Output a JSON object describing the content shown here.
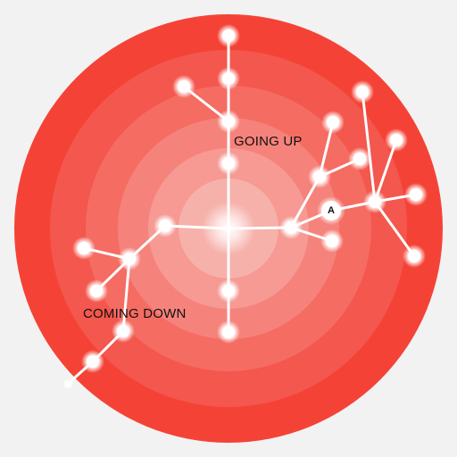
{
  "labels": {
    "going_up": "GOING UP",
    "coming_down": "COMING DOWN",
    "node_a": "A"
  },
  "colors": {
    "background": "#f2f2f2",
    "ring_outer": "#f44336",
    "ring_2": "#f4574d",
    "ring_3": "#f56c63",
    "ring_4": "#f5837b",
    "ring_5": "#f69a93",
    "ring_inner": "#f7b1ab",
    "edge": "#ffffff",
    "node": "#ffffff",
    "node_a_fill": "#ffffff"
  },
  "nodes": [
    {
      "id": "center"
    },
    {
      "id": "up1"
    },
    {
      "id": "up2"
    },
    {
      "id": "up3"
    },
    {
      "id": "up4"
    },
    {
      "id": "up-left"
    },
    {
      "id": "down1"
    },
    {
      "id": "down2"
    },
    {
      "id": "left1"
    },
    {
      "id": "left-hub"
    },
    {
      "id": "left-top"
    },
    {
      "id": "left-bottom"
    },
    {
      "id": "cd1"
    },
    {
      "id": "cd2"
    },
    {
      "id": "right1"
    },
    {
      "id": "right-low"
    },
    {
      "id": "r-hub"
    },
    {
      "id": "r-top"
    },
    {
      "id": "r-mid"
    },
    {
      "id": "far-hub"
    },
    {
      "id": "far-top"
    },
    {
      "id": "far-tr"
    },
    {
      "id": "far-r"
    },
    {
      "id": "far-br"
    }
  ]
}
